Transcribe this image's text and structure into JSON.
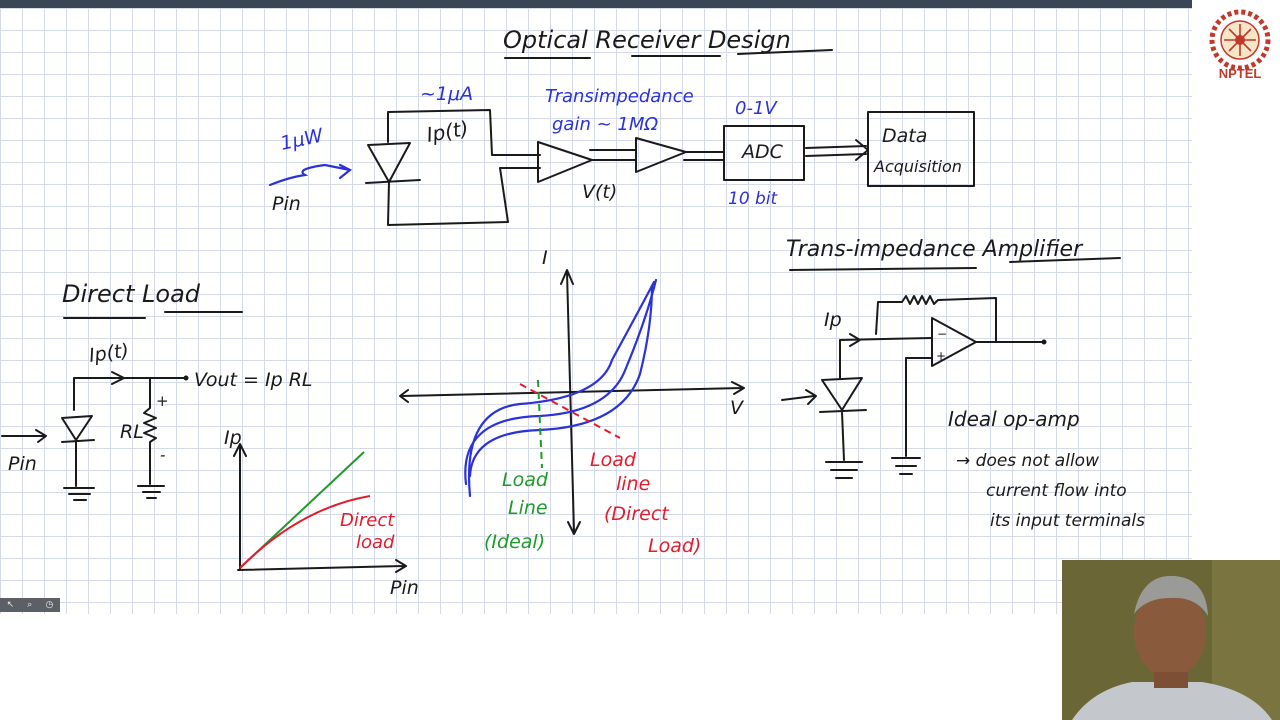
{
  "title": "Optical Receiver Design",
  "block_diagram": {
    "input_power": "1μW",
    "pin_label": "Pin",
    "photocurrent_level": "~1μA",
    "photocurrent_label": "Ip(t)",
    "tia_label_line1": "Transimpedance",
    "tia_label_line2": "gain ~ 1MΩ",
    "voltage_label": "V(t)",
    "adc_range": "0-1V",
    "adc_label": "ADC",
    "adc_bits": "10 bit",
    "daq_line1": "Data",
    "daq_line2": "Acquisition"
  },
  "direct_load": {
    "heading": "Direct Load",
    "current_label": "Ip(t)",
    "output_equation": "Vout = Ip RL",
    "resistor_label": "RL",
    "plus": "+",
    "minus": "-",
    "pin_label": "Pin",
    "graph_ylabel": "Ip",
    "graph_xlabel": "Pin",
    "red_curve_label_line1": "Direct",
    "red_curve_label_line2": "load"
  },
  "iv_plot": {
    "ylabel": "I",
    "xlabel": "V",
    "green_label_line1": "Load",
    "green_label_line2": "Line",
    "green_label_line3": "(Ideal)",
    "red_label_line1": "Load",
    "red_label_line2": "line",
    "red_label_line3": "(Direct",
    "red_label_line4": "Load)"
  },
  "tia": {
    "heading": "Trans-impedance Amplifier",
    "current_label": "Ip",
    "note_line1": "Ideal op-amp",
    "note_line2": "→ does not allow",
    "note_line3": "current flow into",
    "note_line4": "its input terminals"
  },
  "logo": {
    "text": "NPTEL"
  },
  "colors": {
    "ink": "#1a1a1a",
    "blue_ink": "#2a32d8",
    "green_ink": "#1e9a2a",
    "red_ink": "#e21c2c",
    "grid": "#d5dae8",
    "logo_red": "#c0392b"
  }
}
